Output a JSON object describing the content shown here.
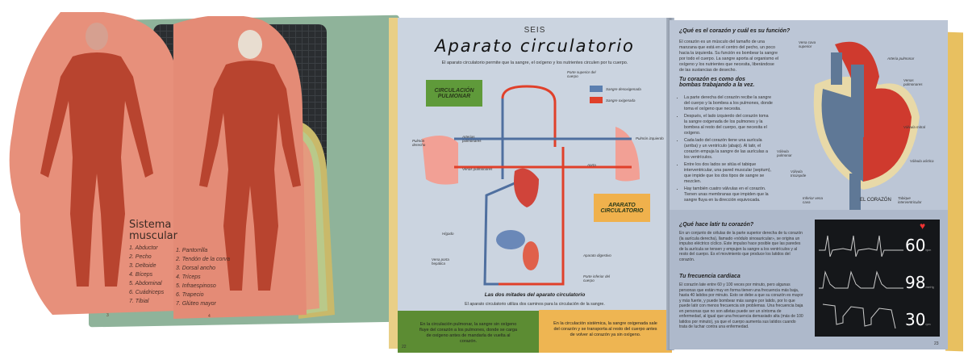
{
  "muscle_book": {
    "title": "Sistema muscular",
    "front_list": [
      "1. Abductor",
      "2. Pecho",
      "3. Deltoide",
      "4. Bíceps",
      "5. Abdominal",
      "6. Cuádriceps",
      "7. Tibial"
    ],
    "back_list": [
      "1. Pantorrilla",
      "2. Tendón de la corva",
      "3. Dorsal ancho",
      "4. Tríceps",
      "5. Infraespinoso",
      "6. Trapecio",
      "7. Glúteo mayor"
    ],
    "page_left": "3",
    "page_right": "4"
  },
  "page22": {
    "kicker": "SEIS",
    "title": "Aparato circulatorio",
    "subtitle": "El aparato circulatorio permite que la sangre, el oxígeno y los nutrientes circulen por tu cuerpo.",
    "box_pulmonar": "CIRCULACIÓN PULMONAR",
    "box_sistemico": "APARATO CIRCULATORIO",
    "legend": [
      {
        "label": "Sangre desoxigenada",
        "color": "#5b7fb0"
      },
      {
        "label": "Sangre oxigenada",
        "color": "#e0402a"
      }
    ],
    "labels": {
      "superior": "Parte superior del cuerpo",
      "arterias": "Arterias pulmonares",
      "pulmon_der": "Pulmón derecho",
      "venas": "Venas pulmonares",
      "pulmon_izq": "Pulmón izquierdo",
      "aorta": "Aorta",
      "higado": "Hígado",
      "porta": "Vena porta hepática",
      "digestivo": "Aparato digestivo",
      "inferior": "Parte inferior del cuerpo"
    },
    "caption_title": "Las dos mitades del aparato circulatorio",
    "caption": "El aparato circulatorio utiliza dos caminos para la circulación de la sangre.",
    "band_green": "En la circulación pulmonar, la sangre sin oxígeno fluye del corazón a los pulmones, donde se carga de oxígeno antes de mandarla de vuelta al corazón.",
    "band_orange": "En la circulación sistémica, la sangre oxigenada sale del corazón y se transporta al resto del cuerpo antes de volver al corazón ya sin oxígeno.",
    "page_number": "22"
  },
  "page23": {
    "h1": "¿Qué es el corazón y cuál es su función?",
    "p1": "El corazón es un músculo del tamaño de una manzana que está en el centro del pecho, un poco hacia la izquierda. Su función es bombear la sangre por todo el cuerpo. La sangre aporta al organismo el oxígeno y los nutrientes que necesita, liberándose de las sustancias de desecho.",
    "h2": "Tu corazón es como dos bombas trabajando a la vez.",
    "bullets": [
      "La parte derecha del corazón recibe la sangre del cuerpo y la bombea a los pulmones, donde toma el oxígeno que necesita.",
      "Después, el lado izquierdo del corazón toma la sangre oxigenada de los pulmones y la bombea al resto del cuerpo, que necesita el oxígeno.",
      "Cada lado del corazón tiene una aurícula (arriba) y un ventrículo (abajo). Al latir, el corazón empuja la sangre de las aurículas a los ventrículos.",
      "Entre los dos lados se sitúa el tabique interventricular, una pared muscular (septum), que impide que los dos tipos de sangre se mezclen.",
      "Hay también cuatro válvulas en el corazón. Tienen unas membranas que impiden que la sangre fluya en la dirección equivocada."
    ],
    "heart_caption": "EL CORAZÓN",
    "heart_labels": [
      "Vena cava superior",
      "Arteria pulmonar",
      "Venas pulmonares",
      "Válvula mitral",
      "Válvula pulmonar",
      "Válvula tricúspide",
      "Válvula aórtica",
      "Inferior vena cava",
      "Tabique interventricular"
    ],
    "h3": "¿Qué hace latir tu corazón?",
    "p3": "En un conjunto de células de la parte superior derecha de tu corazón (la aurícula derecha), llamado «nódulo sinoauricular», se origina un impulso eléctrico cíclico. Este impulso hace posible que las paredes de la aurícula se tensen y empujen la sangre a los ventrículos y al resto del cuerpo. Es el movimiento que produce los latidos del corazón.",
    "h4": "Tu frecuencia cardiaca",
    "p4": "El corazón late entre 60 y 100 veces por minuto, pero algunas personas que están muy en forma tienen una frecuencia más baja, hasta 40 latidos por minuto. Esto se debe a que su corazón es mayor y más fuerte, y puede bombear más sangre por latido, por lo que puede latir con menos frecuencia sin problemas. Una frecuencia baja en personas que no son atletas puede ser un síntoma de enfermedad, al igual que una frecuencia demasiado alta (más de 100 latidos por minuto), ya que el cuerpo aumenta sus latidos cuando trata de luchar contra una enfermedad.",
    "monitor": [
      {
        "value": "60",
        "unit": "bpm"
      },
      {
        "value": "98",
        "unit": "mmHg"
      },
      {
        "value": "30",
        "unit": "rpm"
      }
    ],
    "page_number": "23"
  }
}
